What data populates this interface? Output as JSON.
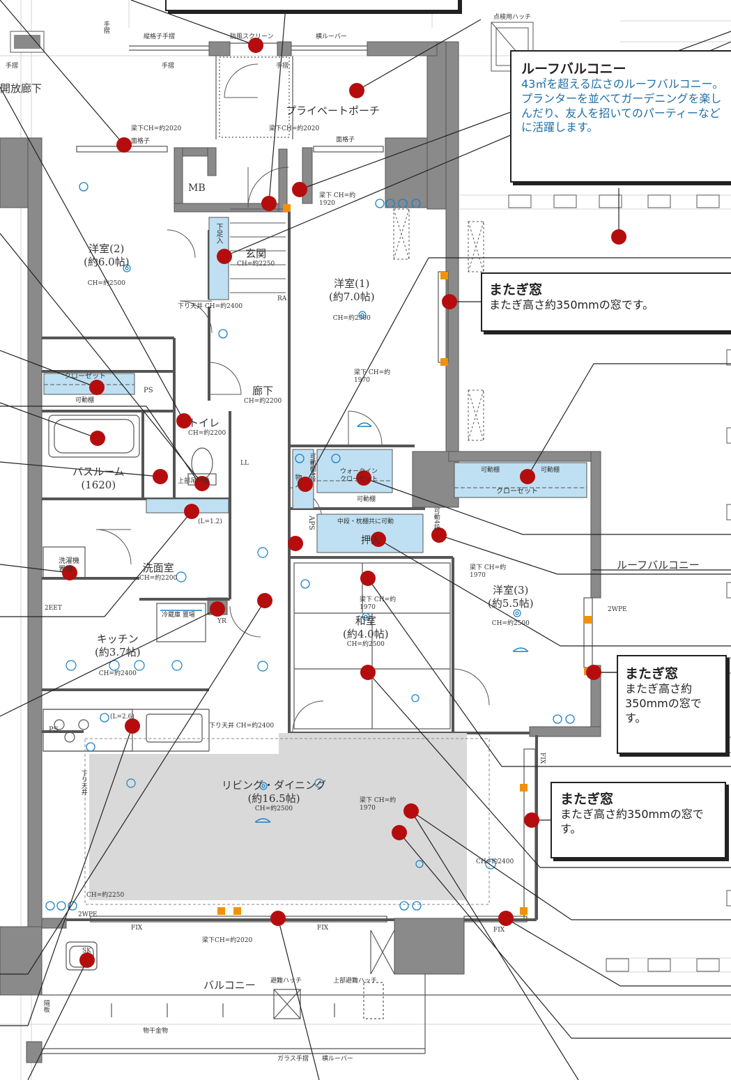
{
  "colors": {
    "wall": "#8a8a8a",
    "storage": "#bfe0f3",
    "living_fill": "#d9d9d9",
    "marker": "#b50d0d",
    "hinge": "#f29106",
    "line": "#333333",
    "icon": "#1a7fc4"
  },
  "rooms": {
    "western2": {
      "name": "洋室(2)",
      "size": "(約6.0帖)",
      "ch": "CH=約2500"
    },
    "western1": {
      "name": "洋室(1)",
      "size": "(約7.0帖)",
      "ch": "CH=約2500"
    },
    "western3": {
      "name": "洋室(3)",
      "size": "(約5.5帖)",
      "ch": "CH=約2500"
    },
    "genkan": {
      "name": "玄関",
      "ch": "CH=約2250"
    },
    "corridor": {
      "name": "廊下",
      "ch": "CH=約2200"
    },
    "toilet": {
      "name": "トイレ",
      "ch": "CH=約2200"
    },
    "bathroom": {
      "name": "バスルーム",
      "size": "(1620)"
    },
    "washroom": {
      "name": "洗面室",
      "ch": "CH=約2200"
    },
    "kitchen": {
      "name": "キッチン",
      "size": "(約3.7帖)",
      "ch": "CH=約2400"
    },
    "washitsu": {
      "name": "和室",
      "size": "(約4.0帖)",
      "ch": "CH=約2500"
    },
    "living": {
      "name": "リビング・ダイニング",
      "size": "(約16.5帖)",
      "ch": "CH=約2500"
    },
    "private_porch": "プライベートポーチ",
    "roof_balcony": "ルーフバルコニー",
    "balcony": "バルコニー",
    "open_corridor": "開放廊下"
  },
  "labels": {
    "mb": "MB",
    "ps": "PS",
    "ps2": "PS",
    "aps": "APS",
    "closet_w2": "クローゼット",
    "closet_w3": "クローゼット",
    "walkin_closet": "ウォークイン クローゼット",
    "oshiire": "押入",
    "oshiire_note": "中段・枕棚共に可動",
    "movable_shelf": "可動棚",
    "movable_shelf2": "可動棚",
    "movable_shelf3": "可動棚",
    "movable_shelf4": "可動棚",
    "movable_step": "可動4段",
    "movable_step_v": "可動棚4段",
    "storage": "物入",
    "shoebox": "下足入",
    "washer": "洗濯機置場",
    "fridge": "冷蔵庫 置場",
    "upper_shelf": "上部吊戸棚",
    "handrail_lattice": "縦格子手摺",
    "windscreen": "防風スクリーン",
    "louver": "横ルーバー",
    "handrail": "手摺",
    "handrail2": "手摺",
    "handrail3": "手摺",
    "handrail4": "手摺",
    "lattice": "面格子",
    "lattice2": "面格子",
    "inspection_hatch": "点検用ハッチ",
    "evac_hatch": "避難ハッチ",
    "upper_evac_hatch": "上部避難ハッチ",
    "divider": "隔板",
    "drying_rack": "物干金物",
    "glass_rail": "ガラス手摺",
    "louver2": "横ルーバー",
    "fix": "FIX",
    "fix2": "FIX",
    "fix3": "FIX",
    "fix4": "FIX",
    "sk": "SK",
    "beam_2020a": "梁下CH=約2020",
    "beam_2020b": "梁下CH=約2020",
    "beam_2020c": "梁下CH=約2020",
    "beam_1920": "梁下 CH=約1920",
    "beam_1970a": "梁下 CH=約1970",
    "beam_1970b": "梁下 CH=約1970",
    "beam_1970c": "梁下 CH=約1970",
    "beam_1970d": "梁下 CH=約1970",
    "drop_ceiling_2400a": "下り天井 CH=約2400",
    "drop_ceiling_2400b": "下り天井 CH=約2400",
    "drop_ceiling_v": "下り天井",
    "ch_2250": "CH=約2250",
    "ch_2400": "CH=約2400",
    "l12": "(L=1.2)",
    "l26": "(L=2.6)",
    "ra": "RA",
    "yr": "YR",
    "two_wpe": "2WPE",
    "two_wpe_b": "2WPE",
    "two_eet": "2EET",
    "ll": "LL"
  },
  "callouts": {
    "roof_balcony": {
      "title": "ルーフバルコニー",
      "body": "43㎡を超える広さのルーフバルコニー。プランターを並べてガーデニングを楽しんだり、友人を招いてのパーティーなどに活躍します。"
    },
    "window_a": {
      "title": "またぎ窓",
      "body": "またぎ高さ約350mmの窓です。"
    },
    "window_b": {
      "title": "またぎ窓",
      "body": "またぎ高さ約350mmの窓です。"
    },
    "window_c": {
      "title": "またぎ窓",
      "body": "またぎ高さ約350mmの窓です。"
    }
  }
}
